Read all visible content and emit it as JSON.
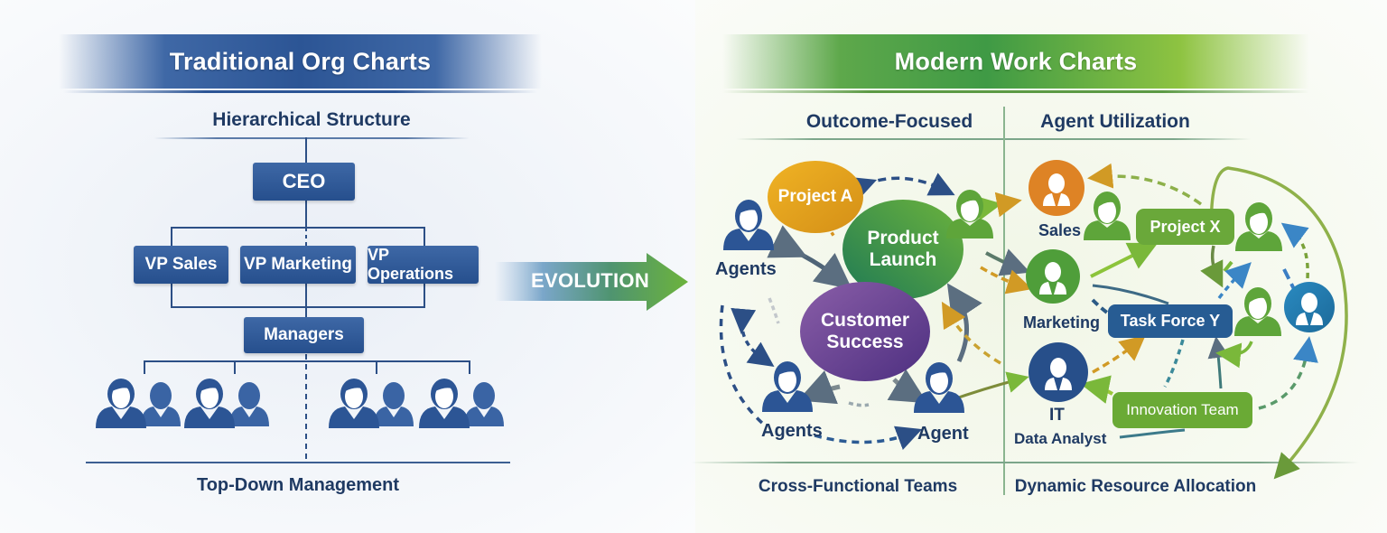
{
  "left_panel": {
    "banner_title": "Traditional Org Charts",
    "subtitle": "Hierarchical Structure",
    "nodes": {
      "ceo": "CEO",
      "vp_sales": "VP Sales",
      "vp_marketing": "VP Marketing",
      "vp_operations": "VP Operations",
      "managers": "Managers"
    },
    "employee_group_count": 4,
    "footer": "Top-Down Management",
    "color": "#2c5595"
  },
  "transition": {
    "label": "EVOLUTION",
    "from_color": "#6fa1c8",
    "to_color": "#6cb33c"
  },
  "right_panel": {
    "banner_title": "Modern Work Charts",
    "color": "#3f9a45",
    "top_left_heading": "Outcome-Focused",
    "top_right_heading": "Agent Utilization",
    "bottom_left_heading": "Cross-Functional Teams",
    "bottom_right_heading": "Dynamic Resource Allocation",
    "outcome_nodes": {
      "project_a": "Project A",
      "product_launch_line1": "Product",
      "product_launch_line2": "Launch",
      "customer_success_line1": "Customer",
      "customer_success_line2": "Success"
    },
    "agent_labels": {
      "agents_top": "Agents",
      "agents_bottom": "Agents",
      "agent": "Agent"
    },
    "resource_nodes": {
      "sales": "Sales",
      "marketing": "Marketing",
      "it": "IT",
      "data_analyst": "Data Analyst",
      "project_x": "Project X",
      "task_force_y": "Task Force Y",
      "innovation_team": "Innovation Team"
    },
    "colors": {
      "project_a": "#e0a21f",
      "product_launch": "#2f8a4a",
      "customer_success": "#6a4592",
      "sales": "#de8325",
      "marketing": "#4f9e3a",
      "it": "#274f8a",
      "project_x": "#6aa83a",
      "task_force_y": "#275c93",
      "innovation_team": "#6aaa35",
      "blue_node": "#1e7fb0"
    }
  }
}
